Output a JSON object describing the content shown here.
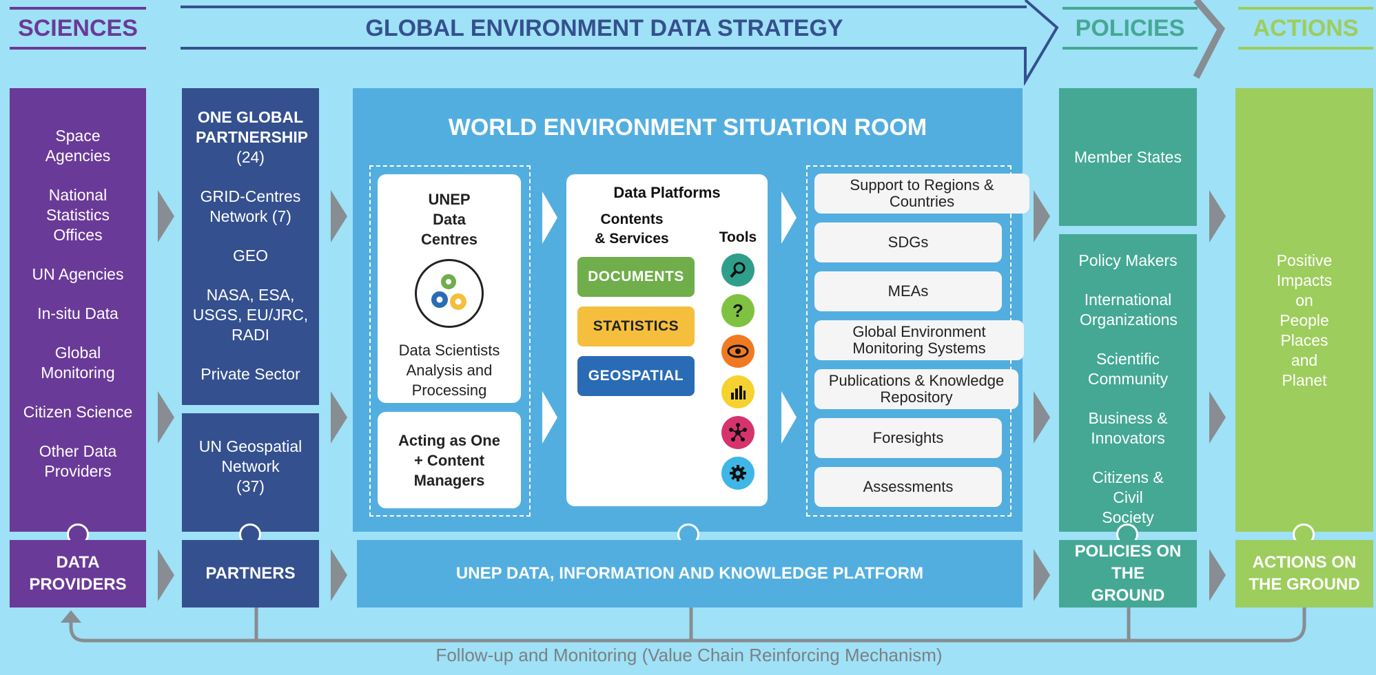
{
  "header": {
    "sciences": "SCIENCES",
    "strategy": "GLOBAL ENVIRONMENT DATA STRATEGY",
    "policies": "POLICIES",
    "actions": "ACTIONS"
  },
  "providers": {
    "items": [
      "Space Agencies",
      "National Statistics Offices",
      "UN Agencies",
      "In-situ Data",
      "Global Monitoring",
      "Citizen Science",
      "Other Data Providers"
    ],
    "label": "DATA PROVIDERS"
  },
  "partners": {
    "title": "ONE GLOBAL PARTNERSHIP",
    "title_count": "(24)",
    "items": [
      "GRID-Centres Network (7)",
      "GEO",
      "NASA, ESA, USGS, EU/JRC, RADI",
      "Private Sector"
    ],
    "geo_network": "UN Geospatial Network",
    "geo_count": "(37)",
    "label": "PARTNERS"
  },
  "situation_room": {
    "title": "WORLD ENVIRONMENT SITUATION ROOM",
    "data_centres_title": "UNEP Data Centres",
    "data_centres_text": "Data Scientists Analysis and Processing",
    "acting": "Acting as One + Content Managers",
    "platforms_title": "Data Platforms",
    "contents_title": "Contents & Services",
    "tools_title": "Tools",
    "pills": [
      "DOCUMENTS",
      "STATISTICS",
      "GEOSPATIAL"
    ],
    "tools": [
      "search-icon",
      "question-icon",
      "eye-icon",
      "bar-chart-icon",
      "network-icon",
      "gear-icon"
    ],
    "services": [
      "Support to Regions & Countries",
      "SDGs",
      "MEAs",
      "Global Environment Monitoring Systems",
      "Publications & Knowledge Repository",
      "Foresights",
      "Assessments"
    ],
    "label": "UNEP DATA, INFORMATION AND KNOWLEDGE PLATFORM"
  },
  "policies": {
    "member_states": "Member States",
    "items": [
      "Policy Makers",
      "International Organizations",
      "Scientific Community",
      "Business & Innovators",
      "Citizens & Civil Society"
    ],
    "label": "POLICIES ON THE GROUND"
  },
  "actions": {
    "text": "Positive Impacts on People Places and Planet",
    "label": "ACTIONS ON THE GROUND"
  },
  "footer": "Follow-up and Monitoring (Value Chain Reinforcing Mechanism)",
  "colors": {
    "background": "#9fe1f6",
    "providers": "#6a3a98",
    "partners": "#34508f",
    "room": "#53aee0",
    "policies": "#44a895",
    "actions": "#9dcd5c",
    "documents": "#6fae4a",
    "statistics": "#f5be3c",
    "geospatial": "#2a6bb5"
  }
}
